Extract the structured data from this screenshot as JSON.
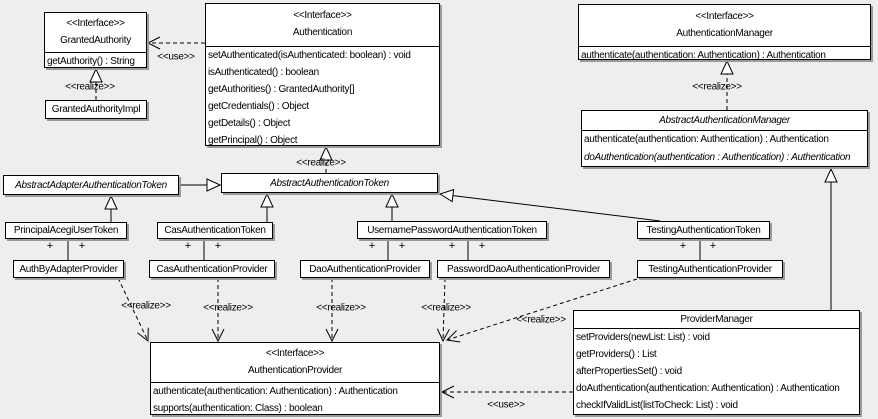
{
  "labels": {
    "use": "<<use>>",
    "realize": "<<realize>>",
    "plus": "+"
  },
  "colors": {
    "background": "#eeeeee",
    "box_fill": "#ffffff",
    "box_border": "#000000",
    "box_shadow": "#9b9b9b"
  },
  "boxes": {
    "grantedAuthority": {
      "stereotype": "<<Interface>>",
      "name": "GrantedAuthority",
      "methods": [
        "getAuthority() : String"
      ]
    },
    "grantedAuthorityImpl": {
      "name": "GrantedAuthorityImpl"
    },
    "authentication": {
      "stereotype": "<<Interface>>",
      "name": "Authentication",
      "methods": [
        "setAuthenticated(isAuthenticated: boolean) : void",
        "isAuthenticated() : boolean",
        "getAuthorities() : GrantedAuthority[]",
        "getCredentials() : Object",
        "getDetails() : Object",
        "getPrincipal() : Object"
      ]
    },
    "authenticationManager": {
      "stereotype": "<<Interface>>",
      "name": "AuthenticationManager",
      "methods": [
        "authenticate(authentication: Authentication) : Authentication"
      ]
    },
    "abstractAuthenticationManager": {
      "name": "AbstractAuthenticationManager",
      "methods": [
        "authenticate(authentication: Authentication) : Authentication",
        "doAuthentication(authentication : Authentication) : Authentication"
      ]
    },
    "abstractAdapterAuthenticationToken": {
      "name": "AbstractAdapterAuthenticationToken"
    },
    "abstractAuthenticationToken": {
      "name": "AbstractAuthenticationToken"
    },
    "principalAcegiUserToken": {
      "name": "PrincipalAcegiUserToken"
    },
    "casAuthenticationToken": {
      "name": "CasAuthenticationToken"
    },
    "usernamePasswordAuthenticationToken": {
      "name": "UsernamePasswordAuthenticationToken"
    },
    "testingAuthenticationToken": {
      "name": "TestingAuthenticationToken"
    },
    "authByAdapterProvider": {
      "name": "AuthByAdapterProvider"
    },
    "casAuthenticationProvider": {
      "name": "CasAuthenticationProvider"
    },
    "daoAuthenticationProvider": {
      "name": "DaoAuthenticationProvider"
    },
    "passwordDaoAuthenticationProvider": {
      "name": "PasswordDaoAuthenticationProvider"
    },
    "testingAuthenticationProvider": {
      "name": "TestingAuthenticationProvider"
    },
    "authenticationProvider": {
      "stereotype": "<<Interface>>",
      "name": "AuthenticationProvider",
      "methods": [
        "authenticate(authentication: Authentication) : Authentication",
        "supports(authentication: Class) : boolean"
      ]
    },
    "providerManager": {
      "name": "ProviderManager",
      "methods": [
        "setProviders(newList: List) : void",
        "getProviders() : List",
        "afterPropertiesSet() : void",
        "doAuthentication(authentication: Authentication) : Authentication",
        "checkIfValidList(listToCheck: List) : void"
      ]
    }
  }
}
